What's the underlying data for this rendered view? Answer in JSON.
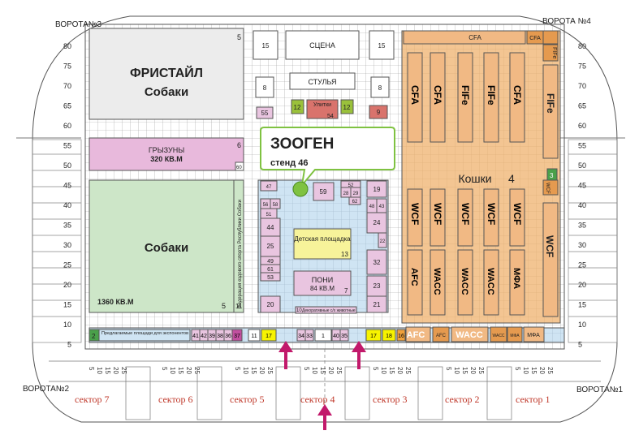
{
  "gates": {
    "g1": "ВОРОТА№1",
    "g2": "ВОРОТА№2",
    "g3": "ВОРОТА№3",
    "g4": "ВОРОТА №4"
  },
  "sectors": [
    "сектор 7",
    "сектор 6",
    "сектор 5",
    "сектор 4",
    "сектор 3",
    "сектор 2",
    "сектор 1"
  ],
  "row_marks_left": [
    "80",
    "75",
    "70",
    "65",
    "60",
    "55",
    "50",
    "45",
    "40",
    "35",
    "30",
    "25",
    "20",
    "15",
    "10",
    "5"
  ],
  "row_marks_right": [
    "80",
    "75",
    "70",
    "65",
    "60",
    "55",
    "50",
    "45",
    "40",
    "35",
    "30",
    "25",
    "20",
    "15",
    "10",
    "5"
  ],
  "stand_row_marks": [
    "5",
    "10",
    "15",
    "20",
    "25",
    "30",
    "35",
    "40",
    "45",
    "50",
    "55",
    "60",
    "65",
    "70"
  ],
  "zones": {
    "freestyle_title": "ФРИСТАЙЛ",
    "freestyle_sub": "Собаки",
    "freestyle_num": "5",
    "rodents_title": "ГРЫЗУНЫ",
    "rodents_area": "320 КВ.М",
    "rodents_num": "6",
    "rodents_small": "60",
    "dogs_title": "Собаки",
    "dogs_area": "1360 КВ.М",
    "dogs_num": "5",
    "federation": "Федерация ездового спорта Республики Собаки",
    "federation_num": "11",
    "stage": "СЦЕНА",
    "chairs": "СТУЛЬЯ",
    "snails": "Улитки",
    "snails_num": "54",
    "kids": "Детская площадка",
    "kids_num": "13",
    "pony": "ПОНИ",
    "pony_area": "84 КВ.М",
    "pony_num": "7",
    "decorative": "Декоративные с/х животные",
    "decorative_num": "10",
    "exhibitors": "Предлагаемые площади для экспонентов",
    "exhibitors_num": "2",
    "cats": "Кошки",
    "cats_num": "4"
  },
  "callout": {
    "title": "ЗООГЕН",
    "subtitle": "стенд 46"
  },
  "cats_columns_top": [
    "CFA",
    "CFA",
    "FIFe",
    "FIFe",
    "CFA",
    "FIFe"
  ],
  "cats_columns_mid": [
    "WCF",
    "WCF",
    "WCF",
    "WCF",
    "WCF",
    "WCF"
  ],
  "cats_columns_low": [
    "AFC",
    "WACC",
    "WACC",
    "WACC",
    "МФА"
  ],
  "cats_top_bar": "CFA",
  "cats_top_corner": "CFA",
  "cats_corner_fife": "FIFe",
  "cats_small_wcf": "WCF",
  "cats_num_3": "3",
  "bottom_cats": [
    "AFC",
    "AFC",
    "WACC",
    "WACC",
    "МФА",
    "МФА"
  ],
  "stands": {
    "s15a": "15",
    "s15b": "15",
    "s8a": "8",
    "s8b": "8",
    "s55": "55",
    "s12a": "12",
    "s12b": "12",
    "s9": "9",
    "s47": "47",
    "s56": "56",
    "s58": "58",
    "s51": "51",
    "s44": "44",
    "s25": "25",
    "s49": "49",
    "s61": "61",
    "s53": "53",
    "s20": "20",
    "s59": "59",
    "s52": "52",
    "s28": "28",
    "s29": "29",
    "s62": "62",
    "s19": "19",
    "s48": "48",
    "s43": "43",
    "s24": "24",
    "s22": "22",
    "s32": "32",
    "s23": "23",
    "s21": "21",
    "bottom": [
      "41",
      "42",
      "39",
      "38",
      "36",
      "37",
      "11",
      "17",
      "34",
      "33",
      "1",
      "40",
      "35",
      "17",
      "18",
      "16"
    ]
  }
}
